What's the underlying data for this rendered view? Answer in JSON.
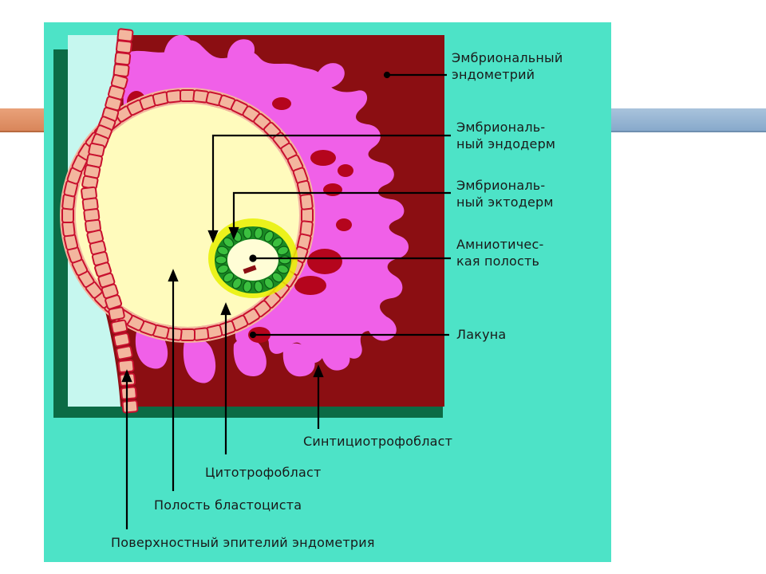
{
  "colors": {
    "background_panel": "#4de3c7",
    "uterine_wall": "#8b0e12",
    "syncytiotrophoblast": "#f060e8",
    "lacuna": "#b5051d",
    "blastocyst_cavity": "#fffbbd",
    "epithelium": "#f3b69e",
    "epithelium_outline": "#c8102e",
    "uterine_lumen": "#c6f7ef",
    "embryonic_ectoderm": "#1a8a24",
    "amniotic_cavity": "#fffdd6",
    "leader_line": "#000000"
  },
  "labels": {
    "endometrium": "Эмбриональный\nэндометрий",
    "endoderm": "Эмбриональ-\nный эндодерм",
    "ectoderm": "Эмбриональ-\nный эктодерм",
    "amniotic": "Амниотичес-\nкая полость",
    "lacuna": "Лакуна",
    "syncytio": "Синтициотрофобласт",
    "cyto": "Цитотрофобласт",
    "blastocyst": "Полость бластоциста",
    "epithelium": "Поверхностный эпителий эндометрия"
  }
}
